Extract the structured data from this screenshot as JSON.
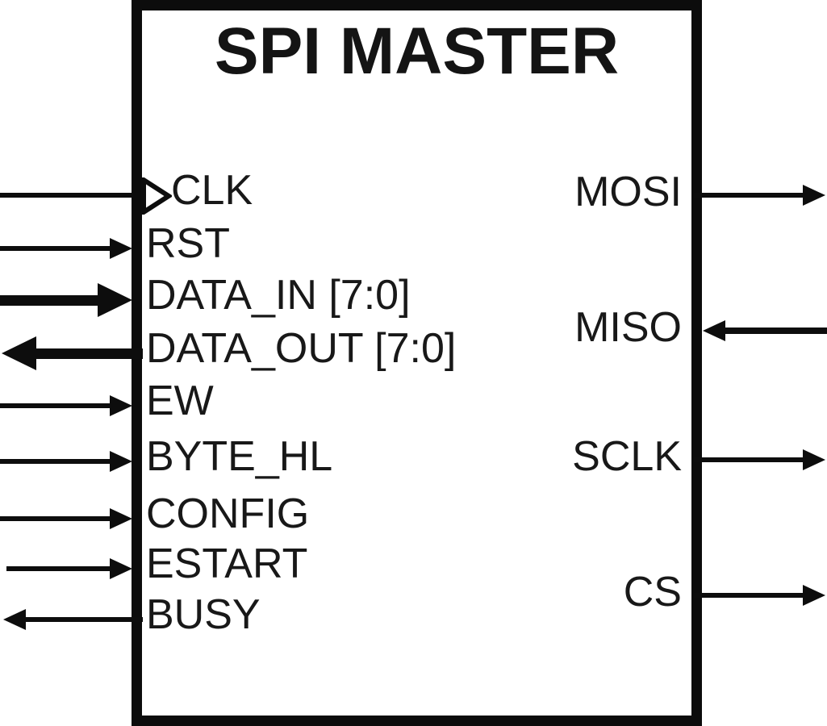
{
  "diagram": {
    "title": "SPI MASTER",
    "type": "block-diagram"
  },
  "ports": {
    "left": [
      {
        "label": "CLK",
        "direction": "input",
        "kind": "clock"
      },
      {
        "label": "RST",
        "direction": "input",
        "kind": "signal"
      },
      {
        "label": "DATA_IN [7:0]",
        "direction": "input",
        "kind": "bus"
      },
      {
        "label": "DATA_OUT [7:0]",
        "direction": "output",
        "kind": "bus"
      },
      {
        "label": "EW",
        "direction": "input",
        "kind": "signal"
      },
      {
        "label": "BYTE_HL",
        "direction": "input",
        "kind": "signal"
      },
      {
        "label": "CONFIG",
        "direction": "input",
        "kind": "signal"
      },
      {
        "label": "ESTART",
        "direction": "input",
        "kind": "signal"
      },
      {
        "label": "BUSY",
        "direction": "output",
        "kind": "signal"
      }
    ],
    "right": [
      {
        "label": "MOSI",
        "direction": "output",
        "kind": "signal"
      },
      {
        "label": "MISO",
        "direction": "input",
        "kind": "signal"
      },
      {
        "label": "SCLK",
        "direction": "output",
        "kind": "signal"
      },
      {
        "label": "CS",
        "direction": "output",
        "kind": "signal"
      }
    ]
  },
  "colors": {
    "line": "#0d0d0d",
    "text": "#181818",
    "background": "#ffffff"
  }
}
